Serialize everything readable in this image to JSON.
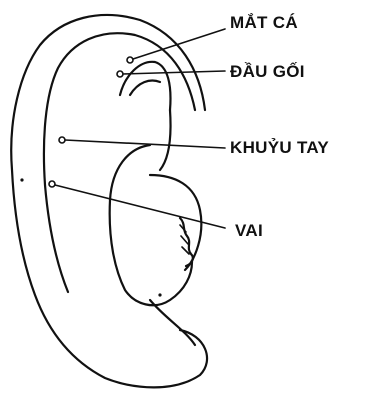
{
  "labels": {
    "ankle": "MẮT CÁ",
    "knee": "ĐẦU GỐI",
    "elbow": "KHUỶU TAY",
    "shoulder": "VAI"
  }
}
